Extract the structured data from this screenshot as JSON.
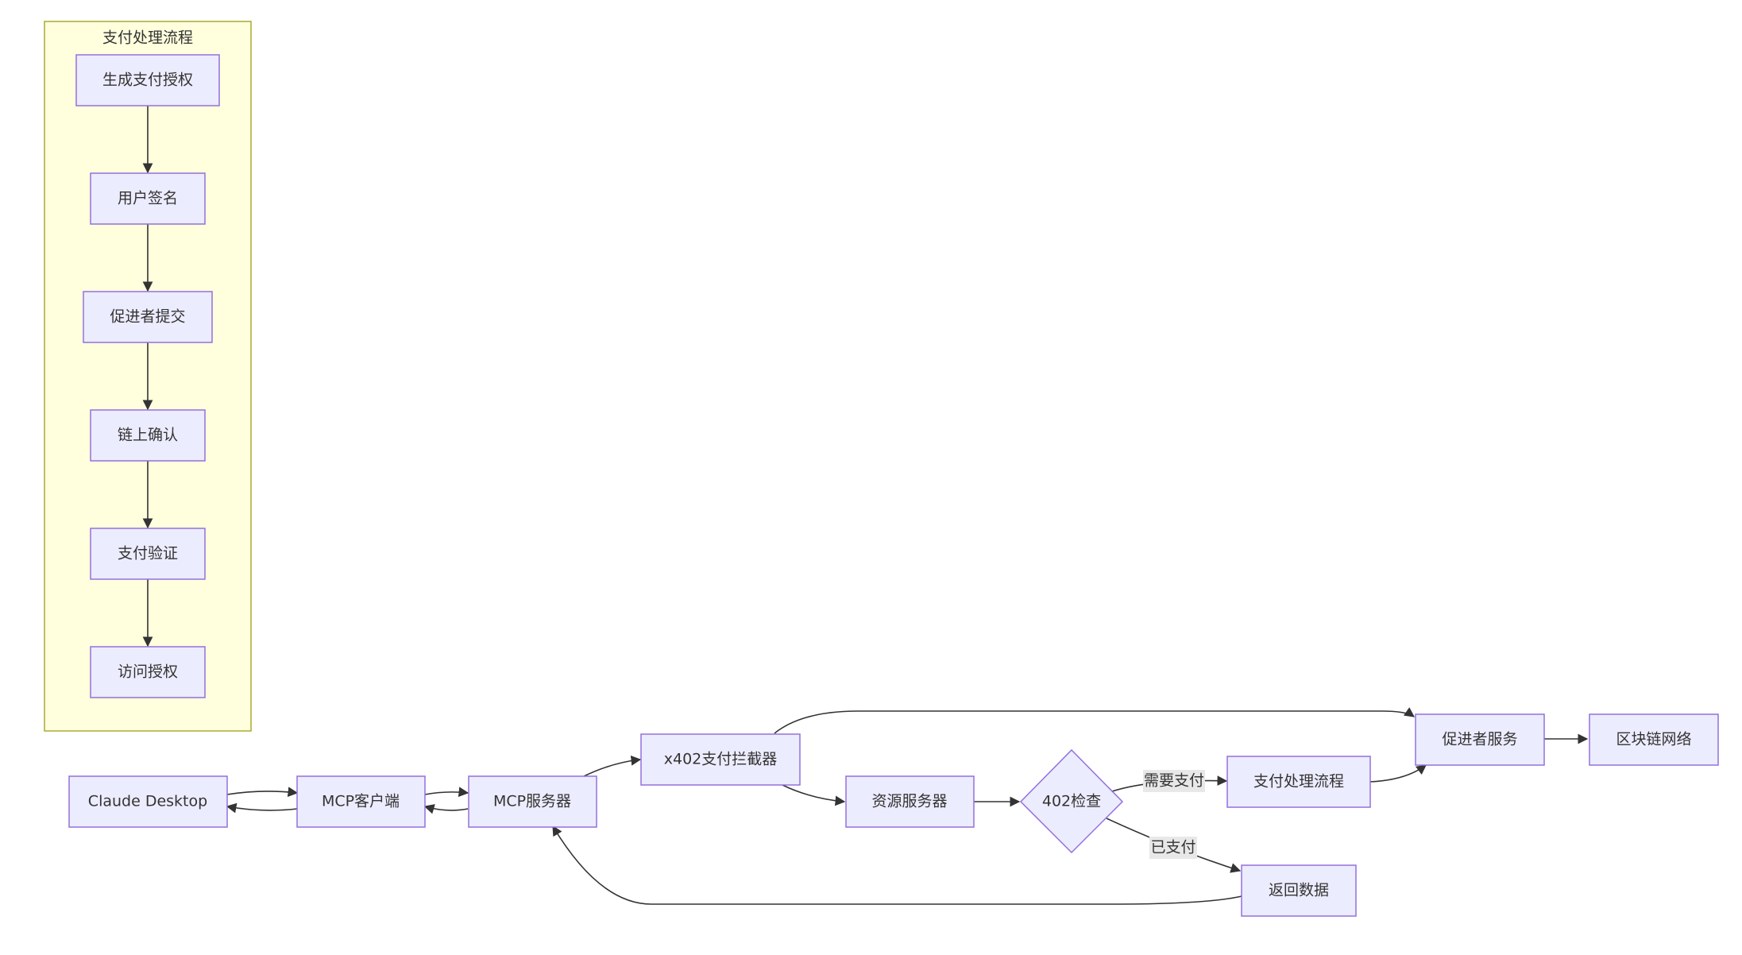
{
  "subgraph": {
    "title": "支付处理流程",
    "nodes": {
      "generate_auth": "生成支付授权",
      "user_sign": "用户签名",
      "facilitator_submit": "促进者提交",
      "onchain_confirm": "链上确认",
      "payment_verify": "支付验证",
      "access_grant": "访问授权"
    }
  },
  "nodes": {
    "claude_desktop": "Claude Desktop",
    "mcp_client": "MCP客户端",
    "mcp_server": "MCP服务器",
    "x402_interceptor": "x402支付拦截器",
    "resource_server": "资源服务器",
    "check_402": "402检查",
    "payment_flow": "支付处理流程",
    "return_data": "返回数据",
    "facilitator_service": "促进者服务",
    "blockchain_network": "区块链网络"
  },
  "edge_labels": {
    "needs_payment": "需要支付",
    "paid": "已支付"
  },
  "colors": {
    "node_fill": "#ECECFF",
    "node_stroke": "#9370DB",
    "cluster_fill": "#FFFFDE",
    "cluster_stroke": "#AAAA33",
    "edge": "#333333",
    "edge_label_bg": "#E8E8E8"
  }
}
